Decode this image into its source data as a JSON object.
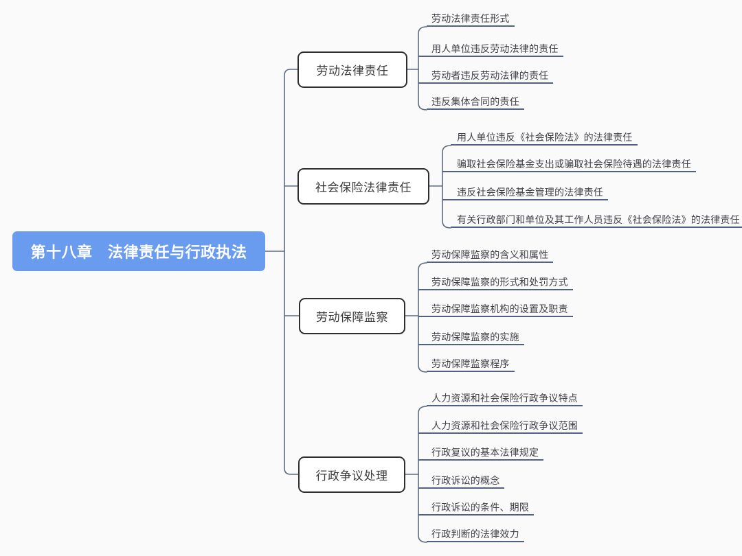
{
  "title": "思维导图",
  "root": {
    "label": "第十八章　法律责任与行政执法"
  },
  "branches": [
    {
      "label": "劳动法律责任",
      "children": [
        "劳动法律责任形式",
        "用人单位违反劳动法律的责任",
        "劳动者违反劳动法律的责任",
        "违反集体合同的责任"
      ]
    },
    {
      "label": "社会保险法律责任",
      "children": [
        "用人单位违反《社会保险法》的法律责任",
        "骗取社会保险基金支出或骗取社会保险待遇的法律责任",
        "违反社会保险基金管理的法律责任",
        "有关行政部门和单位及其工作人员违反《社会保险法》的法律责任"
      ]
    },
    {
      "label": "劳动保障监察",
      "children": [
        "劳动保障监察的含义和属性",
        "劳动保障监察的形式和处罚方式",
        "劳动保障监察机构的设置及职责",
        "劳动保障监察的实施",
        "劳动保障监察程序"
      ]
    },
    {
      "label": "行政争议处理",
      "children": [
        "人力资源和社会保险行政争议特点",
        "人力资源和社会保险行政争议范围",
        "行政复议的基本法律规定",
        "行政诉讼的概念",
        "行政诉讼的条件、期限",
        "行政判断的法律效力"
      ]
    }
  ],
  "colors": {
    "background": "#fbfafa",
    "root_fill": "#699bee",
    "root_text": "#ffffff",
    "branch_border": "#2e2e2e",
    "branch_text": "#3b3b3b",
    "leaf_text": "#3f3f46",
    "connector_line": "#5d6b80",
    "leaf_underline": "#52617f"
  }
}
